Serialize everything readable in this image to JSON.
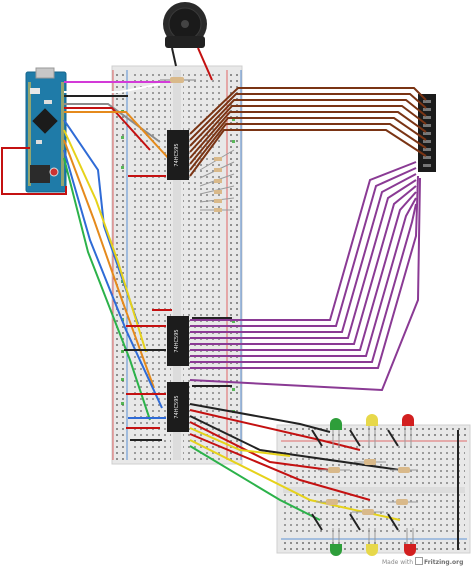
{
  "chips": [
    {
      "id": "chip-top",
      "label": "74HC595"
    },
    {
      "id": "chip-middle",
      "label": "74HC595"
    },
    {
      "id": "chip-bottom",
      "label": "74HC595"
    }
  ],
  "led_colors": {
    "green": "#2e9e3a",
    "yellow": "#e7d84a",
    "red": "#d21f1f"
  },
  "wire_colors": {
    "brown": "#7a3414",
    "purple": "#8a3a94",
    "red": "#c41111",
    "black": "#222222",
    "blue": "#2f6bd6",
    "orange": "#e58a1c",
    "yellow": "#e6d21a",
    "green": "#2cb24a",
    "magenta": "#d33ad8",
    "grey": "#8c8c8c"
  },
  "footer": {
    "prefix": "Made with",
    "brand": "Fritzing.org"
  }
}
